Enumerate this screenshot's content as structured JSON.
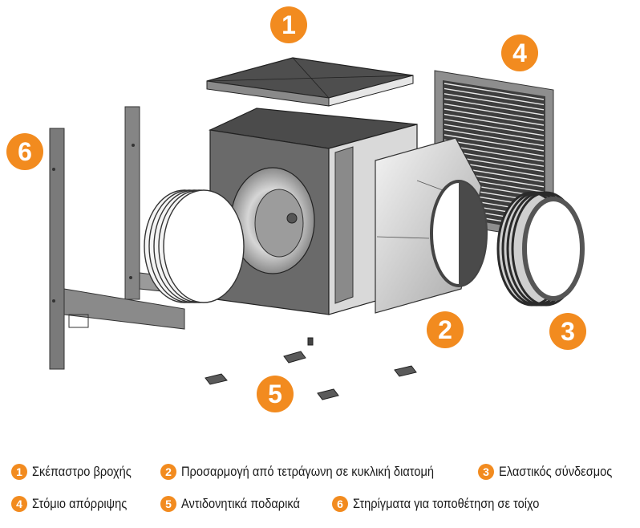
{
  "diagram": {
    "title": "Exploded view of cabinet centrifugal fan assembly",
    "accent_color": "#f28b1f",
    "callouts": [
      {
        "number": "1",
        "part": "rain-cover"
      },
      {
        "number": "2",
        "part": "square-to-round-adapter"
      },
      {
        "number": "3",
        "part": "flexible-connector"
      },
      {
        "number": "4",
        "part": "discharge-grille"
      },
      {
        "number": "5",
        "part": "anti-vibration-feet"
      },
      {
        "number": "6",
        "part": "wall-mounting-brackets"
      }
    ]
  },
  "legend": {
    "items": [
      {
        "number": "1",
        "label": "Σκέπαστρο βροχής"
      },
      {
        "number": "2",
        "label": "Προσαρμογή από τετράγωνη σε κυκλική διατομή"
      },
      {
        "number": "3",
        "label": "Ελαστικός σύνδεσμος"
      },
      {
        "number": "4",
        "label": "Στόμιο απόρριψης"
      },
      {
        "number": "5",
        "label": "Αντιδονητικά ποδαρικά"
      },
      {
        "number": "6",
        "label": "Στηρίγματα για τοποθέτηση σε τοίχο"
      }
    ]
  }
}
